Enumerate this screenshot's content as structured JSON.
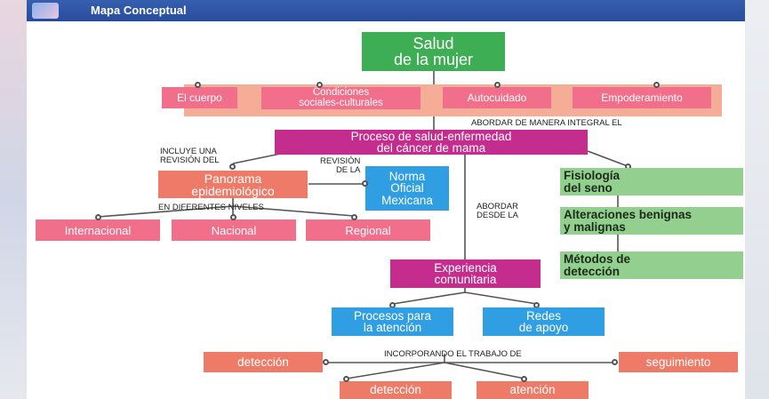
{
  "window": {
    "title": "Mapa Conceptual"
  },
  "colors": {
    "green": "#3eae55",
    "pink": "#f26f8c",
    "magenta": "#c42d8e",
    "salmon": "#ee7b67",
    "blue": "#2f9ee3",
    "light_green": "#93cf8f"
  },
  "map": {
    "root": "Salud\nde la mujer",
    "level1": [
      "El cuerpo",
      "Condiciones\nsociales-culturales",
      "Autocuidado",
      "Empoderamiento"
    ],
    "connector_integral": "ABORDAR DE MANERA INTEGRAL EL",
    "process": "Proceso de salud-enfermedad\ndel cáncer de mama",
    "connector_includes": "INCLUYE UNA\nREVISIÓN DEL",
    "panorama": "Panorama\nepidemiológico",
    "connector_revision": "REVISIÓN\nDE LA",
    "norma": "Norma\nOficial\nMexicana",
    "connector_levels": "EN DIFERENTES NIVELES",
    "levels": [
      "Internacional",
      "Nacional",
      "Regional"
    ],
    "connector_from": "ABORDAR\nDESDE LA",
    "experience": "Experiencia\ncomunitaria",
    "processes": "Procesos para\nla atención",
    "networks": "Redes\nde apoyo",
    "connector_work": "INCORPORANDO EL TRABAJO DE",
    "work_items": [
      "detección",
      "seguimiento",
      "detección",
      "atención"
    ],
    "right_items": [
      "Fisiología\ndel seno",
      "Alteraciones benignas\ny malignas",
      "Métodos de\ndetección"
    ]
  }
}
